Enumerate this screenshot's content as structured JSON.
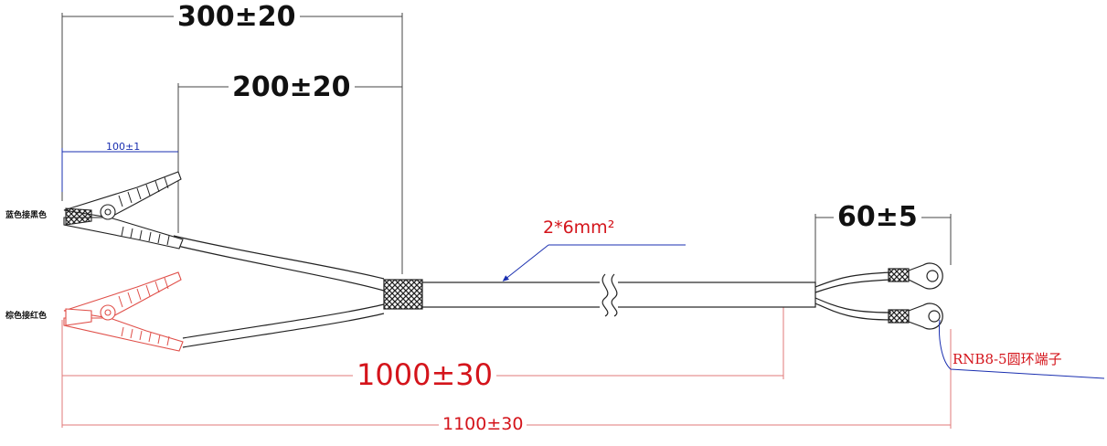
{
  "dimensions": {
    "dim_300": "300±20",
    "dim_200": "200±20",
    "dim_100": "100±1",
    "dim_60": "60±5",
    "dim_1000": "1000±30",
    "dim_1100": "1100±30"
  },
  "labels": {
    "wire_spec": "2*6mm²",
    "terminal": "RNB8-5圆环端子",
    "blue_clip": "蓝色接黑色",
    "brown_clip": "棕色接红色"
  },
  "colors": {
    "dimension_line": "#e07a7a",
    "ink": "#222222",
    "red_clip": "#e0504a",
    "blue_line": "#1a2fb0"
  }
}
